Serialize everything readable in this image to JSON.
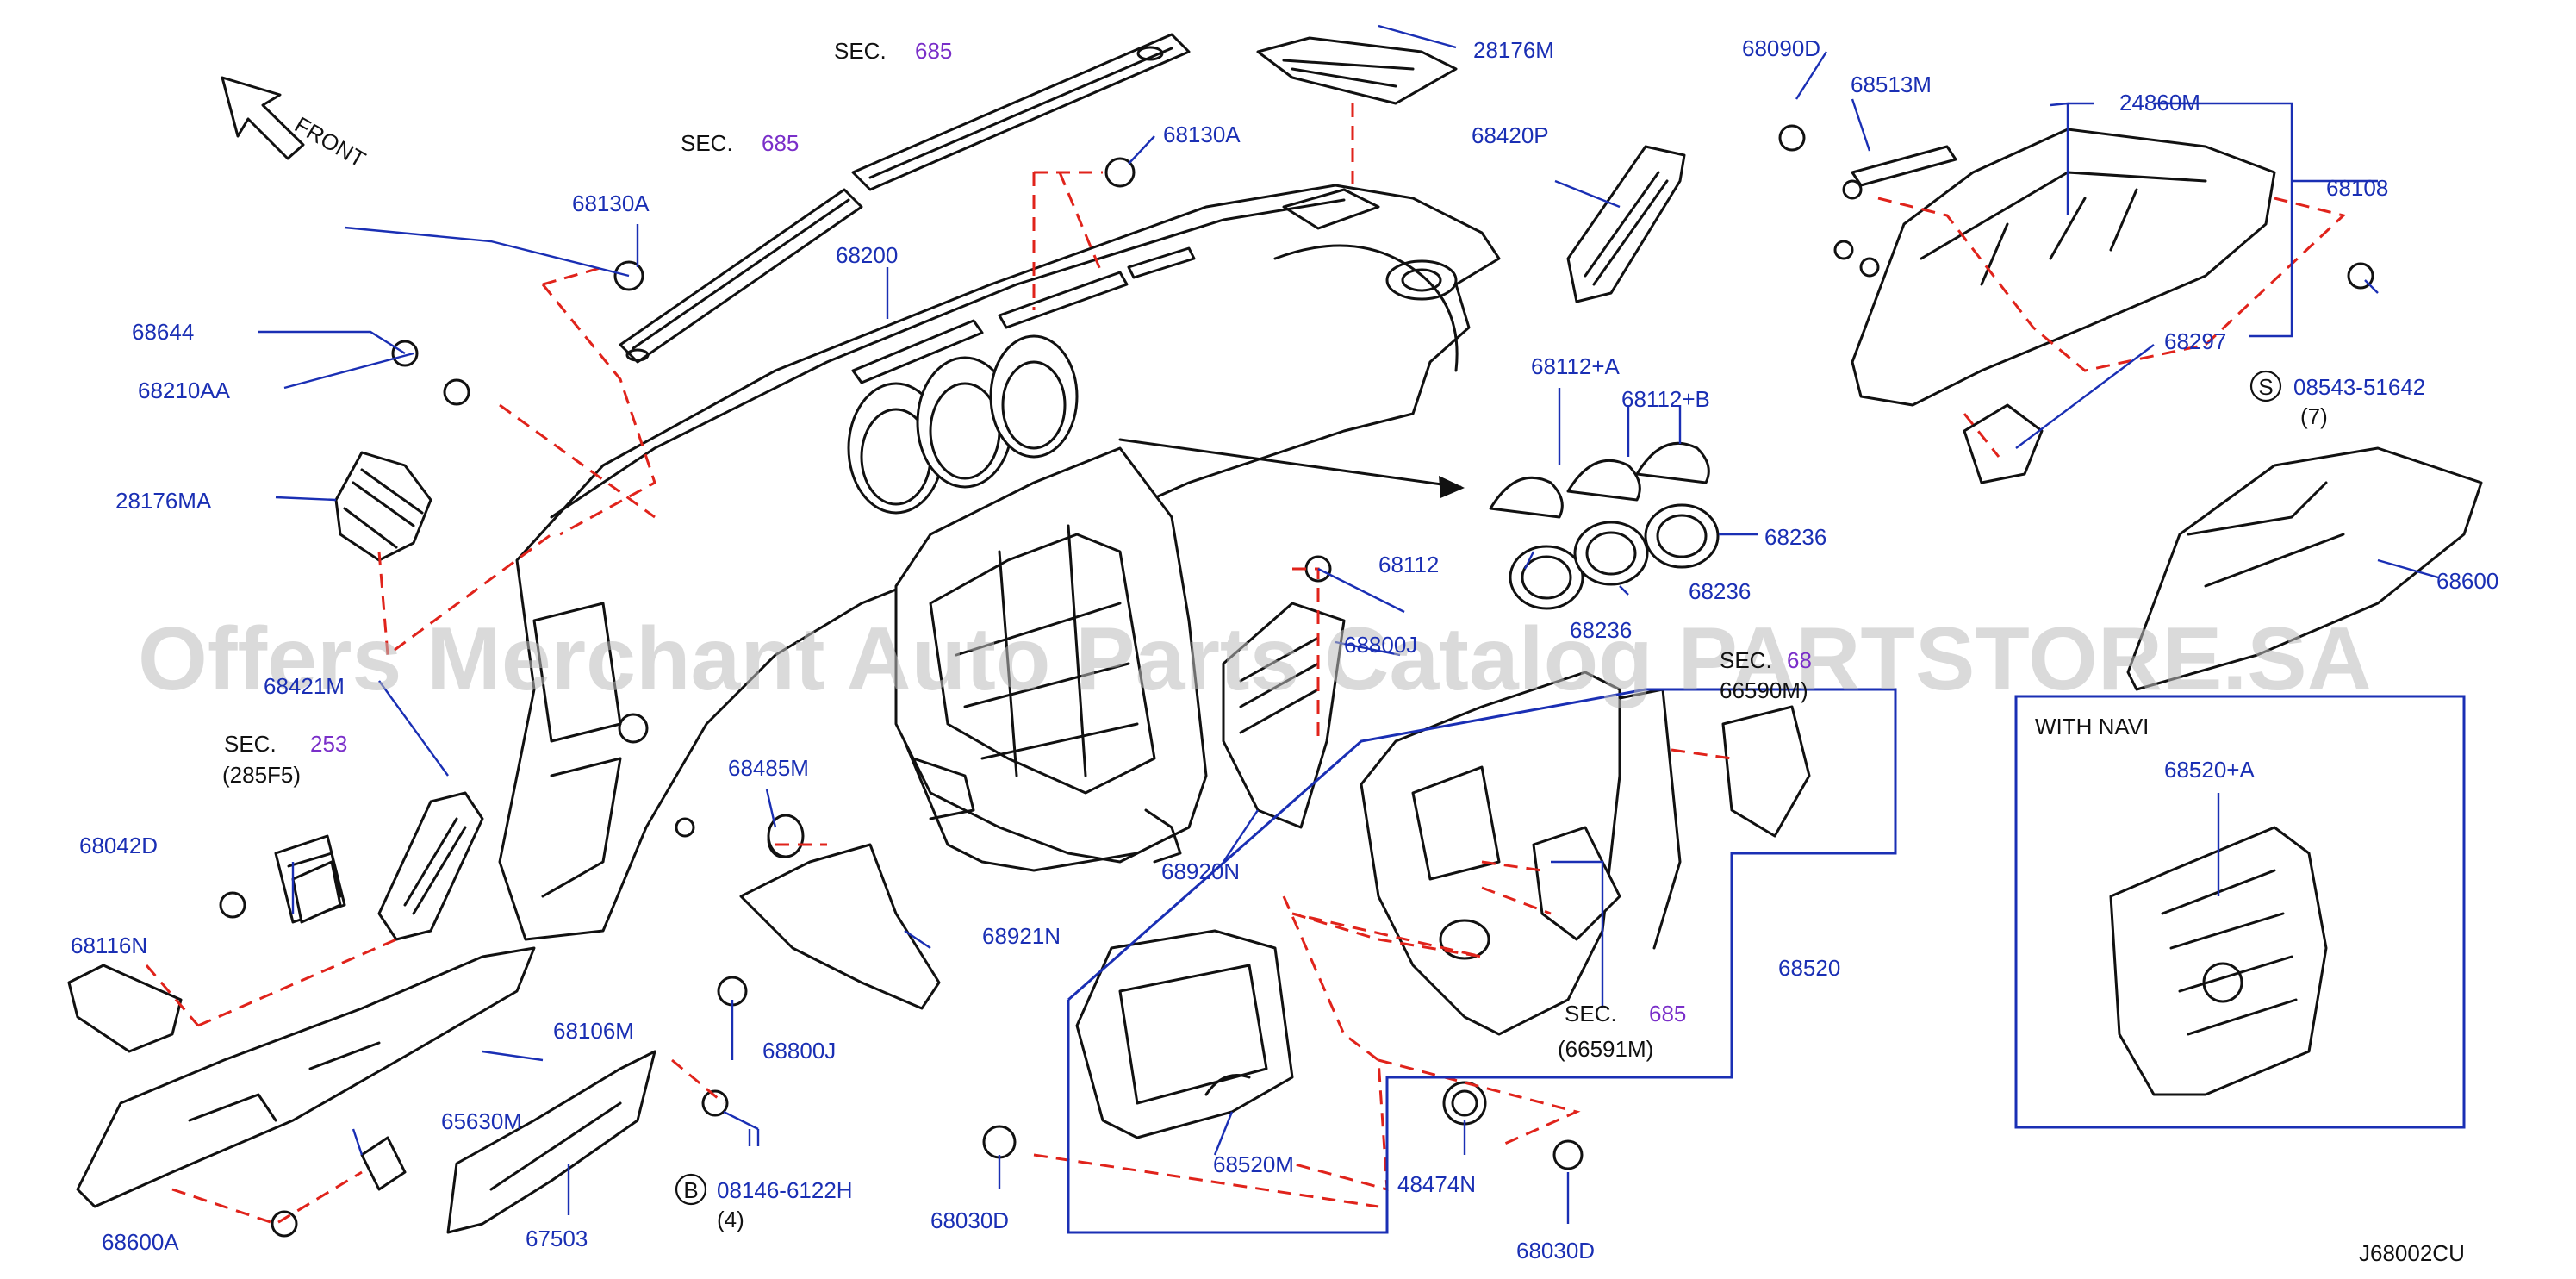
{
  "diagram_code": "J68002CU",
  "watermark": "Offers Merchant Auto Parts Catalog PARTSTORE.SA",
  "front_label": "FRONT",
  "with_navi_label": "WITH   NAVI",
  "sections": [
    {
      "prefix": "SEC.",
      "num": "685",
      "sub": ""
    },
    {
      "prefix": "SEC.",
      "num": "685",
      "sub": ""
    },
    {
      "prefix": "SEC.",
      "num": "253",
      "sub": "(285F5)"
    },
    {
      "prefix": "SEC.",
      "num": "68",
      "sub": "66590M)"
    },
    {
      "prefix": "SEC.",
      "num": "685",
      "sub": "(66591M)"
    }
  ],
  "parts": [
    "68130A",
    "68130A",
    "68644",
    "68210AA",
    "28176MA",
    "68200",
    "28176M",
    "68420P",
    "68090D",
    "68513M",
    "24860M",
    "68108",
    "68297",
    "08543-51642",
    "(7)",
    "68112+A",
    "68112+B",
    "68112",
    "68236",
    "68236",
    "68600",
    "68800J",
    "68236",
    "68485M",
    "68920N",
    "68921N",
    "68042D",
    "68116N",
    "68106M",
    "68800J",
    "65630M",
    "08146-6122H",
    "(4)",
    "67503",
    "68600A",
    "68520M",
    "68030D",
    "48474N",
    "68030D",
    "68520",
    "68520+A",
    "68421M"
  ],
  "circle_marks": [
    "S",
    "B"
  ]
}
